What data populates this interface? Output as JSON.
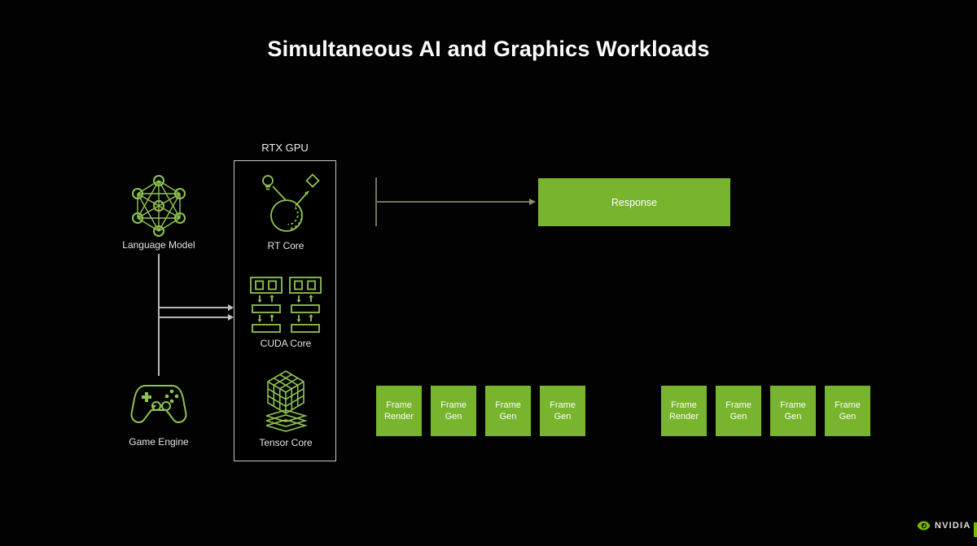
{
  "slide": {
    "title": "Simultaneous AI and Graphics Workloads"
  },
  "gpu": {
    "label": "RTX GPU",
    "cores": [
      {
        "label": "RT Core",
        "icon": "rt-core-icon"
      },
      {
        "label": "CUDA Core",
        "icon": "cuda-core-icon"
      },
      {
        "label": "Tensor Core",
        "icon": "tensor-core-icon"
      }
    ]
  },
  "inputs": [
    {
      "label": "Language Model",
      "icon": "neural-network-icon"
    },
    {
      "label": "Game Engine",
      "icon": "gamepad-icon"
    }
  ],
  "response": {
    "label": "Response"
  },
  "frame_groups": [
    {
      "boxes": [
        {
          "line1": "Frame",
          "line2": "Render"
        },
        {
          "line1": "Frame",
          "line2": "Gen"
        },
        {
          "line1": "Frame",
          "line2": "Gen"
        },
        {
          "line1": "Frame",
          "line2": "Gen"
        }
      ]
    },
    {
      "boxes": [
        {
          "line1": "Frame",
          "line2": "Render"
        },
        {
          "line1": "Frame",
          "line2": "Gen"
        },
        {
          "line1": "Frame",
          "line2": "Gen"
        },
        {
          "line1": "Frame",
          "line2": "Gen"
        }
      ]
    }
  ],
  "footer": {
    "brand": "NVIDIA"
  },
  "colors": {
    "background": "#000000",
    "nvidia_green": "#76b900",
    "box_green": "#78b42d",
    "icon_green": "#8fc351",
    "connector_light": "#b5b5b5",
    "connector_dim": "#6e755f",
    "gpu_border": "#c9c9c9",
    "title_text": "#fcfcfc",
    "label_text": "#e4e4e4"
  }
}
